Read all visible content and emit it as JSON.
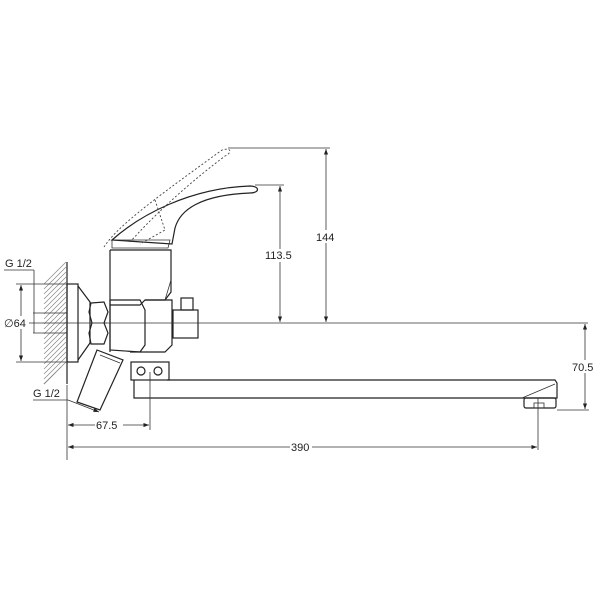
{
  "diagram": {
    "dimensions": {
      "inlet_thread_top": "G 1/2",
      "inlet_thread_bottom": "G 1/2",
      "flange_diameter": "∅64",
      "lever_height_total": "144",
      "lever_height_body": "113.5",
      "spout_drop": "70.5",
      "inlet_offset": "67.5",
      "spout_reach": "390"
    }
  }
}
